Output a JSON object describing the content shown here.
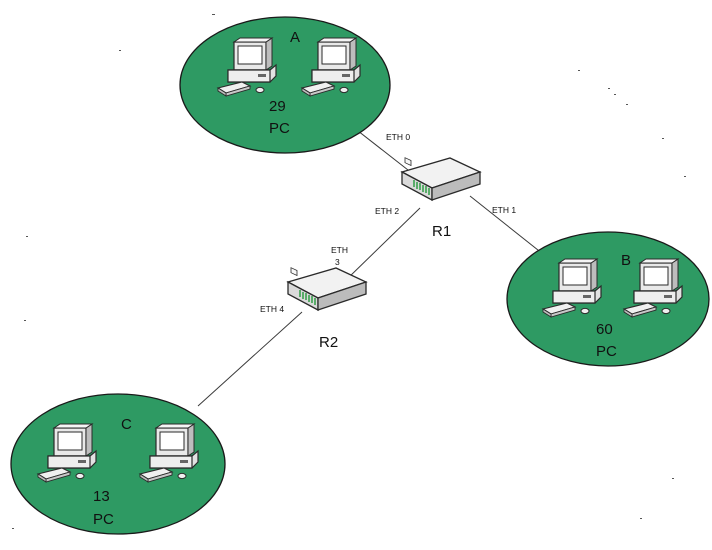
{
  "colors": {
    "lan_fill": "#2e9a63",
    "lan_stroke": "#1a1a1a",
    "link": "#3a3a3a"
  },
  "lans": [
    {
      "letter": "A",
      "count": "29",
      "unit": "PC"
    },
    {
      "letter": "B",
      "count": "60",
      "unit": "PC"
    },
    {
      "letter": "C",
      "count": "13",
      "unit": "PC"
    }
  ],
  "routers": [
    {
      "label": "R1"
    },
    {
      "label": "R2"
    }
  ],
  "interfaces": {
    "eth0": "ETH 0",
    "eth1": "ETH 1",
    "eth2": "ETH 2",
    "eth3_line1": "ETH",
    "eth3_line2": "3",
    "eth4": "ETH 4"
  }
}
